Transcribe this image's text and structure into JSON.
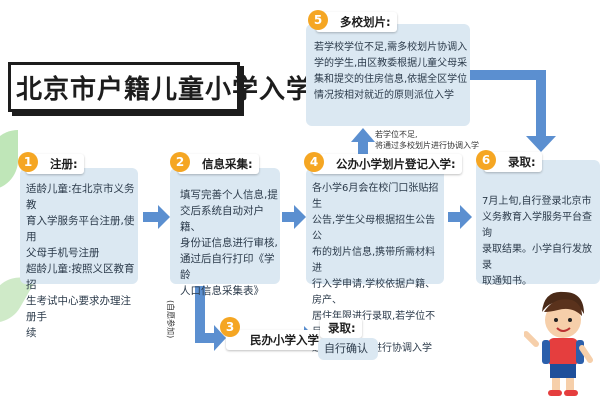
{
  "title": "北京市户籍儿童小学入学:",
  "steps": [
    {
      "num": "1",
      "label": "注册:",
      "lines": [
        "适龄儿童:在北京市义务教",
        "育入学服务平台注册,使用",
        "父母手机号注册",
        "超龄儿童:按照义区教育招",
        "生考试中心要求办理注册手",
        "续"
      ]
    },
    {
      "num": "2",
      "label": "信息采集:",
      "lines": [
        "填写完善个人信息,提",
        "交后系统自动对户籍、",
        "身份证信息进行审核,",
        "通过后自行打印《学龄",
        "人口信息采集表》"
      ]
    },
    {
      "num": "4",
      "label": "公办小学划片登记入学:",
      "lines": [
        "各小学6月会在校门口张贴招生",
        "公告,学生父母根据招生公告公",
        "布的划片信息,携带所需材料进",
        "行入学申请,学校依据户籍、房产、",
        "居住年限进行录取,若学位不足,",
        "通过多校划片进行协调入学"
      ]
    },
    {
      "num": "5",
      "label": "多校划片:",
      "lines": [
        "若学校学位不足,需多校划片协调入",
        "学的学生,由区教委根据儿童父母采",
        "集和提交的住房信息,依据全区学位",
        "情况按相对就近的原则派位入学"
      ]
    },
    {
      "num": "6",
      "label": "录取:",
      "lines": [
        "7月上旬,自行登录北京市",
        "义务教育入学服务平台查询",
        "录取结果。小学自行发放录",
        "取通知书。"
      ]
    },
    {
      "num": "3",
      "label": "民办小学入学",
      "lines": []
    }
  ],
  "admit_private": {
    "label": "录取:",
    "text": "自行确认"
  },
  "notes": {
    "shortage": [
      "若学位不足,",
      "将通过多校划片进行协调入学"
    ],
    "voluntary": "(自愿参加)"
  },
  "colors": {
    "arrow": "#5b8fd0",
    "panel": "#dbe8f2",
    "badge": "#f5a623",
    "title_border": "#1d1d1d"
  }
}
